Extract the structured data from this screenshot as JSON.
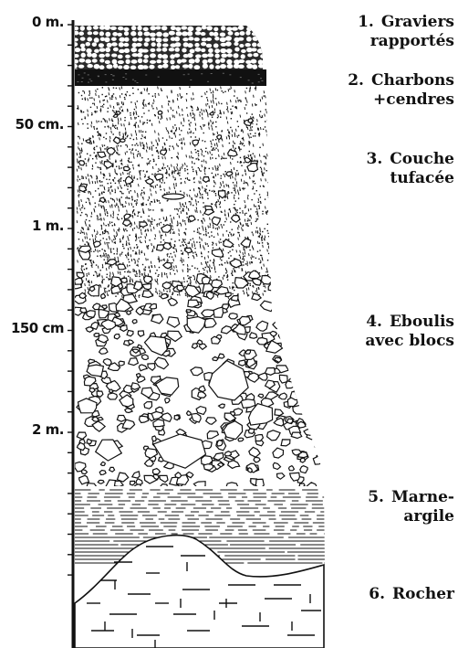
{
  "depth_scale": [
    {
      "label": "0 m.",
      "depth_m": 0
    },
    {
      "label": "50 cm.",
      "depth_m": 0.5
    },
    {
      "label": "1 m.",
      "depth_m": 1.0
    },
    {
      "label": "150 cm",
      "depth_m": 1.5
    },
    {
      "label": "2 m.",
      "depth_m": 2.0
    }
  ],
  "layers": [
    {
      "number": "1.",
      "line1": "Graviers",
      "line2": "rapportés"
    },
    {
      "number": "2.",
      "line1": "Charbons",
      "line2": "+cendres"
    },
    {
      "number": "3.",
      "line1": "Couche",
      "line2": "tufacée"
    },
    {
      "number": "4.",
      "line1": "Eboulis",
      "line2": "avec blocs"
    },
    {
      "number": "5.",
      "line1": "Marne-",
      "line2": "argile"
    },
    {
      "number": "6.",
      "line1": "Rocher",
      "line2": ""
    }
  ],
  "colors": {
    "ink": "#111111",
    "paper": "#ffffff"
  }
}
